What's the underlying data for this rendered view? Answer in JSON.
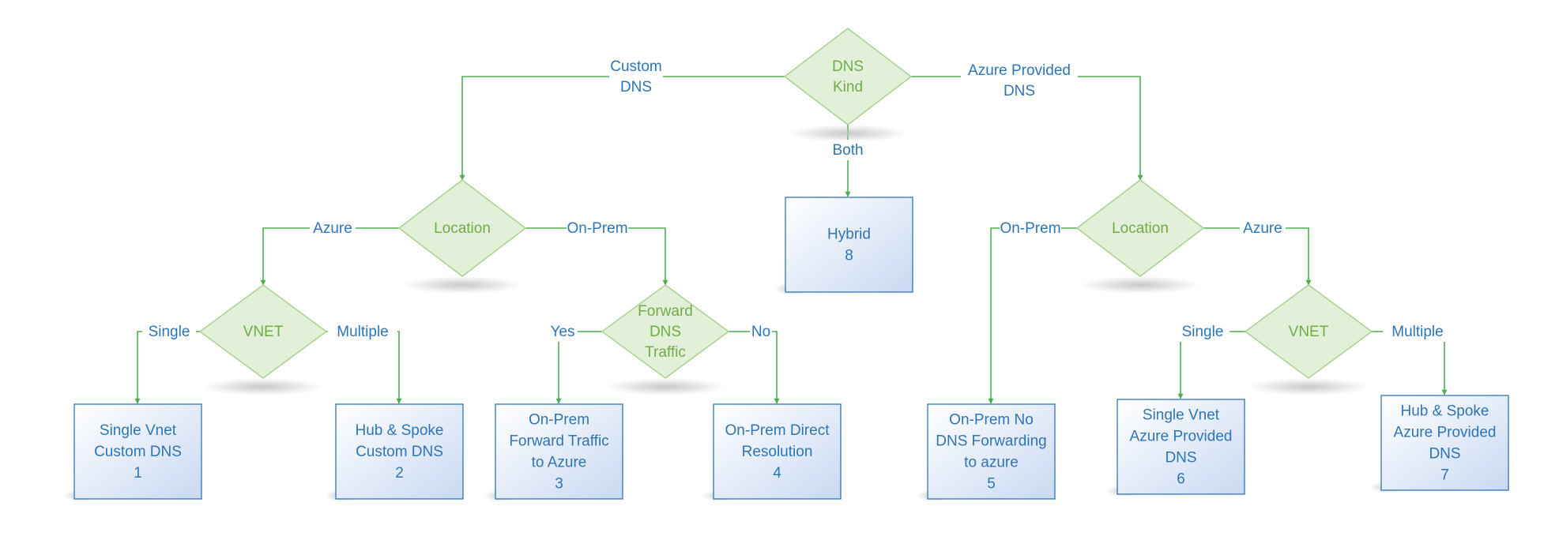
{
  "colors": {
    "line": "#4CAF50",
    "diamond_fill": "#E2F0D9",
    "diamond_stroke": "#A9D18E",
    "diamond_text": "#70AD47",
    "box_stroke": "#2E75B6",
    "box_grad_start": "#FFFFFF",
    "box_grad_end": "#C9D9F2",
    "text_blue": "#2E75B6",
    "shadow": "#BFBFBF"
  },
  "decisions": {
    "dns_kind": [
      "DNS",
      "Kind"
    ],
    "location_left": [
      "Location"
    ],
    "location_right": [
      "Location"
    ],
    "vnet_left": [
      "VNET"
    ],
    "forward": [
      "Forward",
      "DNS",
      "Traffic"
    ],
    "vnet_right": [
      "VNET"
    ]
  },
  "edges": {
    "custom_dns": [
      "Custom",
      "DNS"
    ],
    "azure_provided_dns": [
      "Azure Provided",
      "DNS"
    ],
    "both": "Both",
    "left_azure": "Azure",
    "left_onprem": "On-Prem",
    "right_onprem": "On-Prem",
    "right_azure": "Azure",
    "left_single": "Single",
    "left_multiple": "Multiple",
    "yes": "Yes",
    "no": "No",
    "right_single": "Single",
    "right_multiple": "Multiple"
  },
  "outcomes": {
    "hybrid": [
      "Hybrid",
      "8"
    ],
    "single_vnet_custom": [
      "Single Vnet",
      "Custom DNS",
      "1"
    ],
    "hub_spoke_custom": [
      "Hub & Spoke",
      "Custom DNS",
      "2"
    ],
    "onprem_forward": [
      "On-Prem",
      "Forward Traffic",
      "to Azure",
      "3"
    ],
    "onprem_direct": [
      "On-Prem Direct",
      "Resolution",
      "4"
    ],
    "onprem_no_forward": [
      "On-Prem No",
      "DNS Forwarding",
      "to azure",
      "5"
    ],
    "single_vnet_azure": [
      "Single Vnet",
      "Azure Provided",
      "DNS",
      "6"
    ],
    "hub_spoke_azure": [
      "Hub & Spoke",
      "Azure Provided",
      "DNS",
      "7"
    ]
  }
}
